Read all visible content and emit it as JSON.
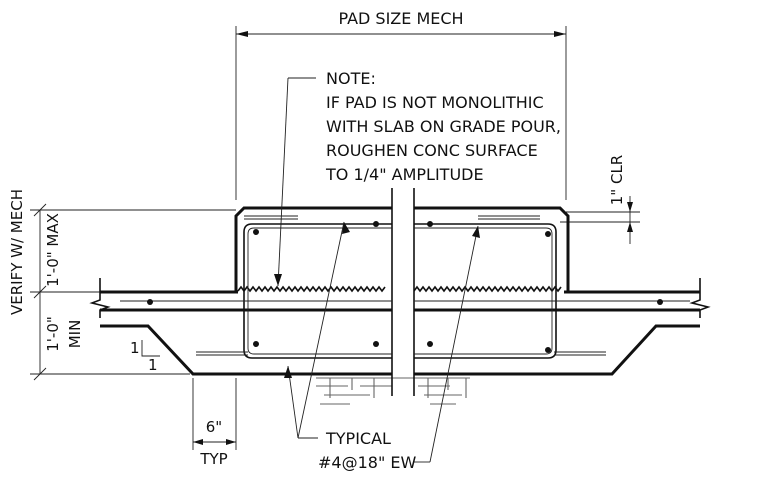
{
  "labels": {
    "pad_size": "PAD SIZE MECH",
    "note_lines": [
      "NOTE:",
      "IF PAD IS NOT MONOLITHIC",
      "WITH SLAB ON GRADE POUR,",
      "ROUGHEN CONC SURFACE",
      "TO 1/4\" AMPLITUDE"
    ],
    "clear_cover": "1\" CLR",
    "verify": "VERIFY W/ MECH",
    "pad_height": "1'-0\" MAX",
    "thickening_height": "1'-0\"",
    "thickening_min": "MIN",
    "slope_rise": "1",
    "slope_run": "1",
    "edge_dim": "6\"",
    "edge_typ": "TYP",
    "typical": "TYPICAL",
    "rebar_spec": "#4@18\" EW"
  }
}
